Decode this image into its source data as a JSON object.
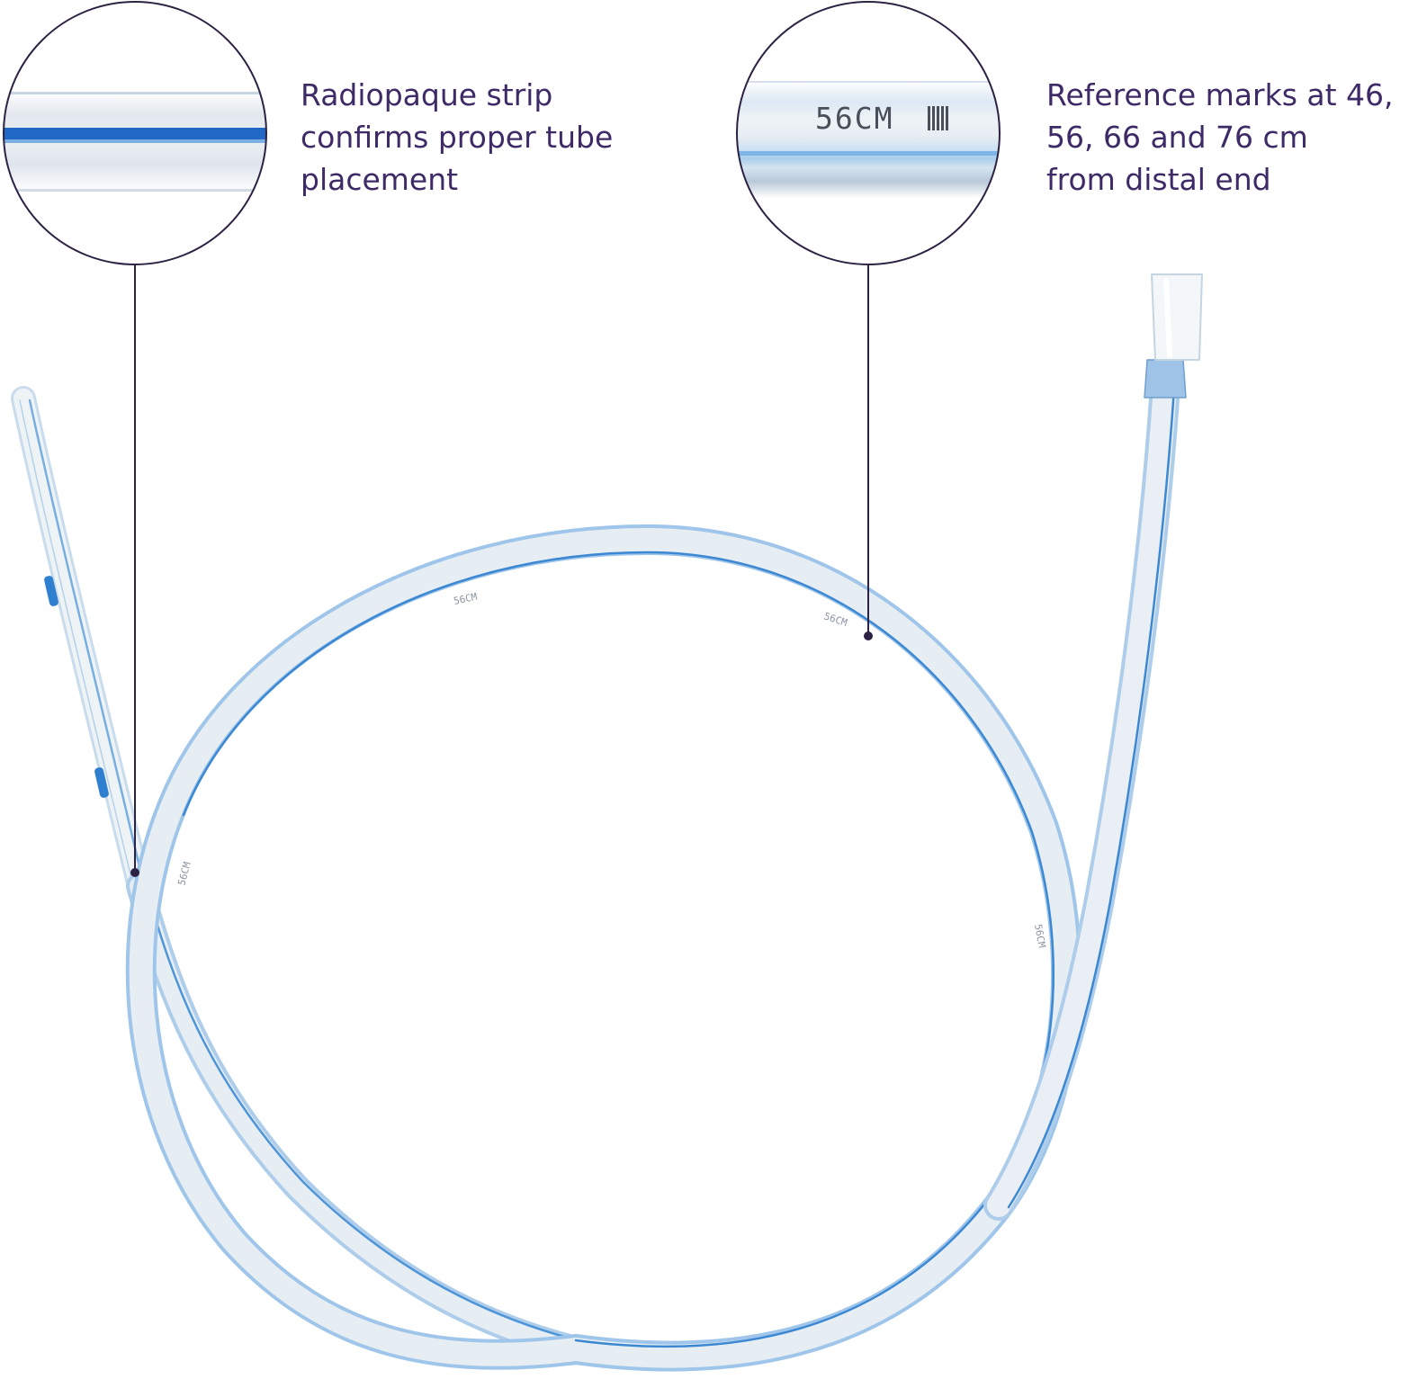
{
  "callouts": {
    "left": {
      "lines": [
        "Radiopaque strip",
        "confirms proper tube",
        "placement"
      ]
    },
    "right": {
      "lines": [
        "Reference marks at 46,",
        "56, 66 and 76 cm",
        "from distal end"
      ],
      "zoom_mark": "56CM"
    }
  },
  "tube_marks": {
    "upper": "56CM",
    "middle": "56CM",
    "right": "56CM",
    "left": "56CM"
  },
  "colors": {
    "text": "#3e2a66",
    "leader": "#2e2244",
    "tube_edge": "#9fc6ea",
    "tube_body": "#e6eef3",
    "strip": "#2f7fd0"
  }
}
